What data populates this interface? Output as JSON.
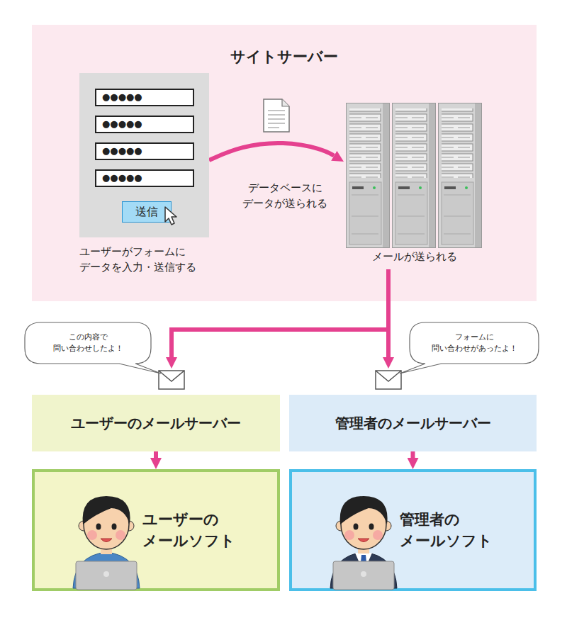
{
  "diagram": {
    "nodes": [
      {
        "text": [
          "サイトサーバー"
        ]
      },
      {
        "text": [
          "ユーザーがフォームに データを入力・送信する"
        ],
        "in": 0
      },
      {
        "text": [
          "●●●●●"
        ],
        "in": 1
      },
      {
        "text": [
          "●●●●●"
        ],
        "in": 1
      },
      {
        "text": [
          "●●●●●"
        ],
        "in": 1
      },
      {
        "text": [
          "●●●●●"
        ],
        "in": 1
      },
      {
        "text": [
          "送信"
        ],
        "in": 1
      },
      {
        "text": [
          "メールが送られる"
        ],
        "in": 0
      },
      {
        "text": [
          "この内容で 問い合わせしたよ！"
        ]
      },
      {
        "text": [
          "フォームに 問い合わせがあったよ！"
        ]
      },
      {
        "text": [
          "ユーザーのメールサーバー"
        ]
      },
      {
        "text": [
          "管理者のメールサーバー"
        ]
      },
      {
        "text": [
          "ユーザーの メールソフト"
        ]
      },
      {
        "text": [
          "管理者の メールソフト"
        ]
      }
    ],
    "edges": [
      {
        "from": 1,
        "to": 7,
        "label": "データベースに データが送られる",
        "arrow": "to"
      },
      {
        "from": 7,
        "to": 10,
        "arrow": "to"
      },
      {
        "from": 7,
        "to": 11,
        "arrow": "to"
      },
      {
        "from": 10,
        "to": 12,
        "arrow": "to"
      },
      {
        "from": 11,
        "to": 13,
        "arrow": "to"
      }
    ]
  }
}
